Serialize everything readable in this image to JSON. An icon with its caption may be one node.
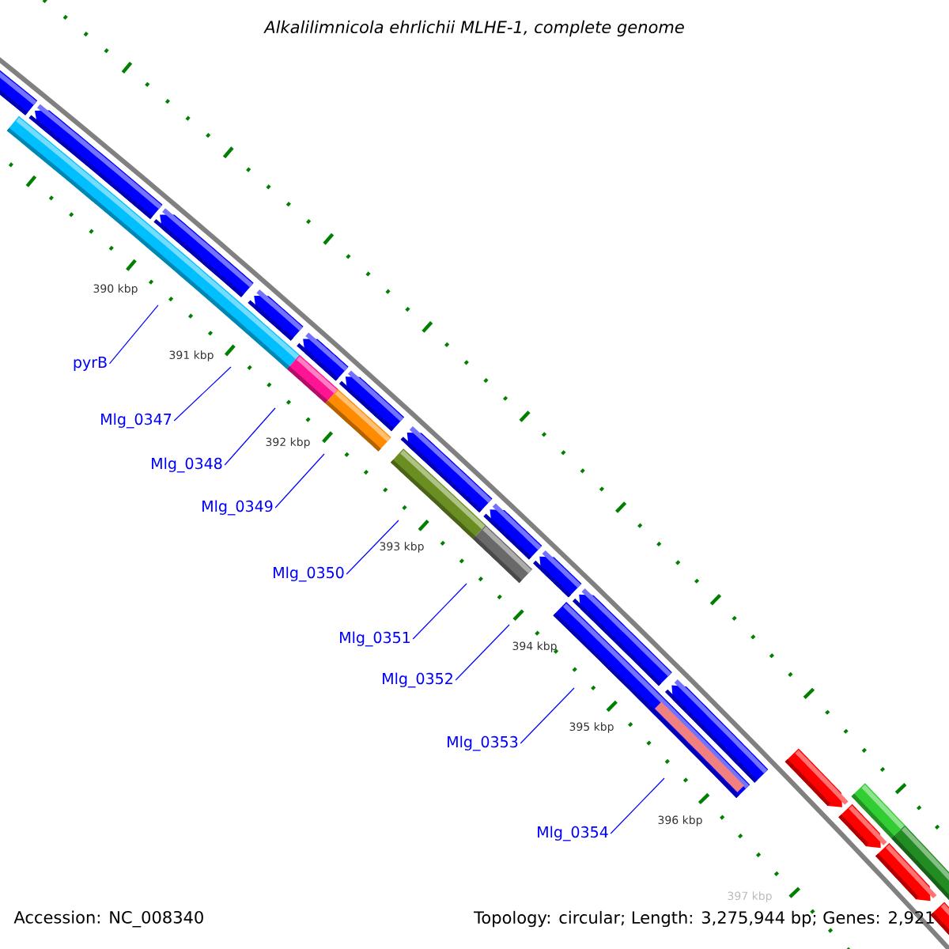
{
  "diagram": {
    "title": "Alkalilimnicola ehrlichii MLHE-1, complete genome",
    "nodes": [
      {
        "text": [
          "pyrB"
        ]
      },
      {
        "text": [
          "Mlg_0347"
        ]
      },
      {
        "text": [
          "Mlg_0348"
        ]
      },
      {
        "text": [
          "Mlg_0349"
        ]
      },
      {
        "text": [
          "Mlg_0350"
        ]
      },
      {
        "text": [
          "Mlg_0351"
        ]
      },
      {
        "text": [
          "Mlg_0352"
        ]
      },
      {
        "text": [
          "Mlg_0353"
        ]
      },
      {
        "text": [
          "Mlg_0354"
        ]
      }
    ],
    "edges": [
      {
        "from": 0,
        "to": null,
        "arrow": "none"
      },
      {
        "from": 1,
        "to": null,
        "arrow": "none"
      },
      {
        "from": 2,
        "to": null,
        "arrow": "none"
      },
      {
        "from": 3,
        "to": null,
        "arrow": "none"
      },
      {
        "from": 4,
        "to": null,
        "arrow": "none"
      },
      {
        "from": 5,
        "to": null,
        "arrow": "none"
      },
      {
        "from": 6,
        "to": null,
        "arrow": "none"
      },
      {
        "from": 7,
        "to": null,
        "arrow": "none"
      },
      {
        "from": 8,
        "to": null,
        "arrow": "none"
      }
    ],
    "labels": [
      "390 kbp",
      "391 kbp",
      "392 kbp",
      "393 kbp",
      "394 kbp",
      "395 kbp",
      "396 kbp",
      "397 kbp",
      "Accession: NC_008340",
      "Topology: circular; Length: 3,275,944 bp; Genes: 2,921"
    ]
  }
}
